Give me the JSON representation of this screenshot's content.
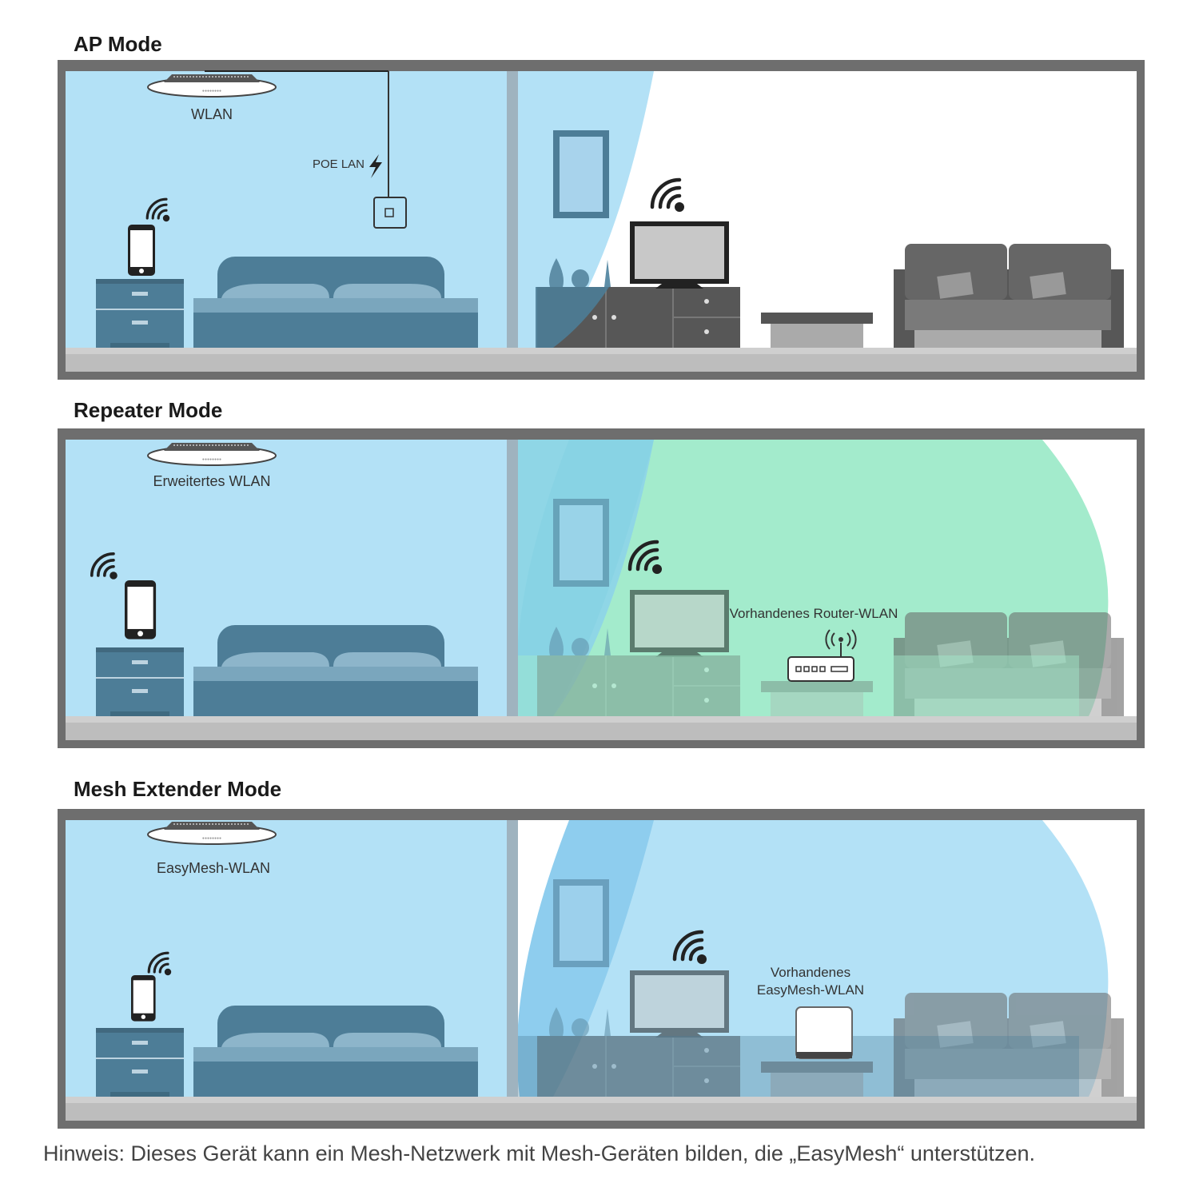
{
  "panels": [
    {
      "title": "AP Mode",
      "ceiling_label": "WLAN",
      "poe_label": "POE LAN"
    },
    {
      "title": "Repeater Mode",
      "ceiling_label": "Erweitertes WLAN",
      "router_label": "Vorhandenes Router-WLAN"
    },
    {
      "title": "Mesh Extender Mode",
      "ceiling_label": "EasyMesh-WLAN",
      "mesh_label_line1": "Vorhandenes",
      "mesh_label_line2": "EasyMesh-WLAN"
    }
  ],
  "note": "Hinweis: Dieses Gerät kann ein Mesh-Netzwerk mit Mesh-Geräten bilden, die „EasyMesh“ unterstützen.",
  "colors": {
    "coverage_blue": "#b3e1f6",
    "coverage_green": "#a3ebcc",
    "furniture_blue": "#4d7d97",
    "furniture_gray": "#575757",
    "frame_gray": "#6e6e6e"
  },
  "icons": [
    "ceiling-ap-icon",
    "wifi-signal-icon",
    "smartphone-icon",
    "tv-icon",
    "router-icon",
    "mesh-node-icon",
    "lightning-icon",
    "ethernet-port-icon"
  ]
}
